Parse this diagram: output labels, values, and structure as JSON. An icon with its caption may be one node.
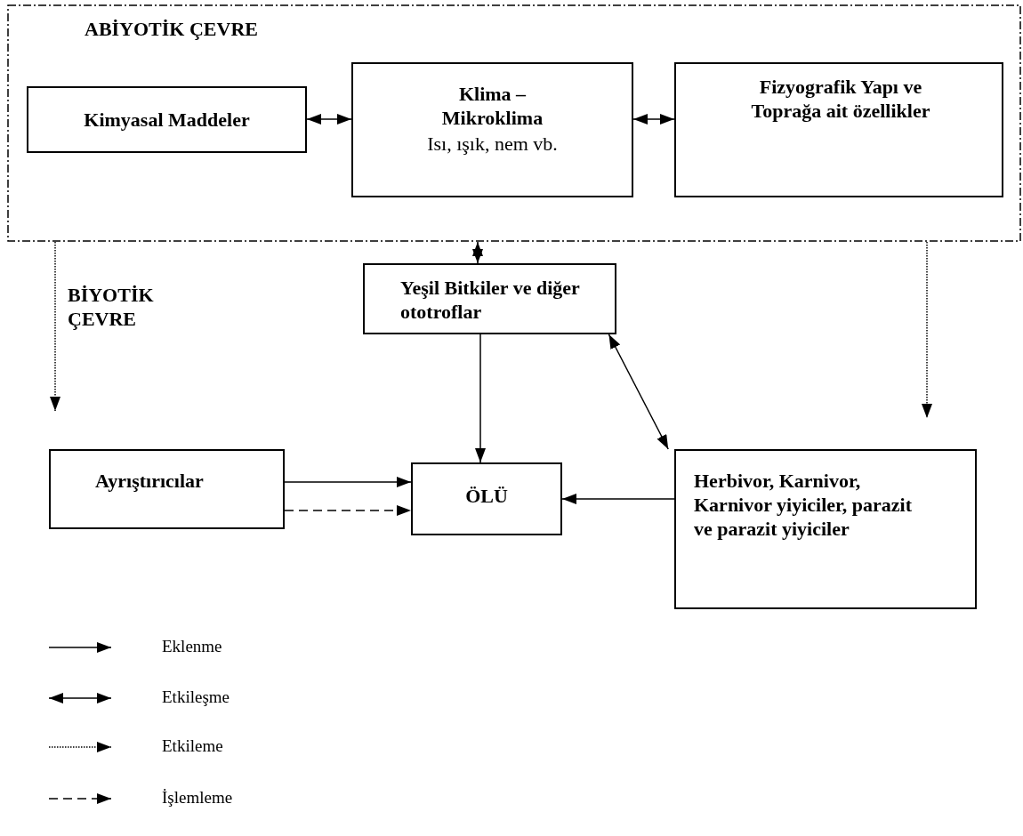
{
  "diagram": {
    "nodes": [
      {
        "text": [
          "ABİYOTİK ÇEVRE"
        ]
      },
      {
        "text": [
          "Kimyasal Maddeler"
        ],
        "in": 0
      },
      {
        "text": [
          "Klima – Mikroklima",
          "Isı, ışık, nem vb."
        ],
        "in": 0
      },
      {
        "text": [
          "Fizyografik Yapı ve Toprağa ait özellikler"
        ],
        "in": 0
      },
      {
        "text": [
          "Yeşil Bitkiler ve diğer ototroflar"
        ]
      },
      {
        "text": [
          "Ayrıştırıcılar"
        ]
      },
      {
        "text": [
          "ÖLÜ"
        ]
      },
      {
        "text": [
          "Herbivor, Karnivor, Karnivor yiyiciler, parazit ve parazit yiyiciler"
        ]
      }
    ],
    "edges": [
      {
        "from": 1,
        "to": 2,
        "arrow": "both"
      },
      {
        "from": 2,
        "to": 3,
        "arrow": "both"
      },
      {
        "from": 0,
        "to": 4,
        "arrow": "both"
      },
      {
        "from": 0,
        "to": null,
        "arrow": "to",
        "style": "dashed"
      },
      {
        "from": 0,
        "to": null,
        "arrow": "to",
        "style": "dashed"
      },
      {
        "from": 4,
        "to": 6,
        "arrow": "to"
      },
      {
        "from": 4,
        "to": 7,
        "arrow": "both"
      },
      {
        "from": 5,
        "to": 6,
        "arrow": "to"
      },
      {
        "from": 5,
        "to": 6,
        "arrow": "to",
        "style": "dashed"
      },
      {
        "from": 7,
        "to": 6,
        "arrow": "to"
      }
    ],
    "labels": [
      "BİYOTİK ÇEVRE"
    ],
    "legend": [
      {
        "text": "Eklenme"
      },
      {
        "text": "Etkileşme"
      },
      {
        "text": "Etkileme"
      },
      {
        "text": "İşlemleme"
      }
    ]
  }
}
